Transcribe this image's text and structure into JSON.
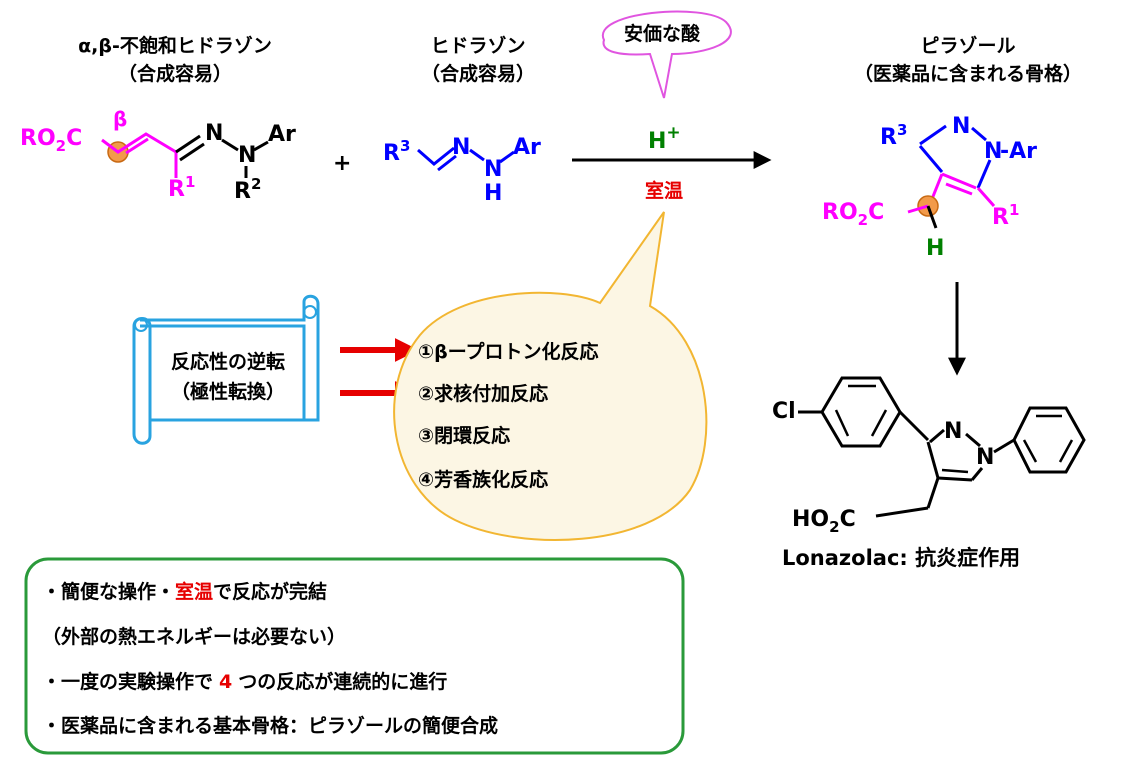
{
  "colors": {
    "magenta": "#ff00ff",
    "blue": "#0000ff",
    "red": "#e60000",
    "green": "#008000",
    "orange": "#f29a4a",
    "callout_yellow": "#f2b632",
    "scroll_blue": "#29a3e0",
    "summary_green": "#2a9a3a"
  },
  "reactant1": {
    "title": "α,β-不飽和ヒドラゾン",
    "subtitle": "（合成容易）",
    "beta": "β",
    "group_ro2c_a": "RO",
    "group_ro2c_sub": "2",
    "group_ro2c_b": "C",
    "r1": "R",
    "r1_sup": "1",
    "n1": "N",
    "n2": "N",
    "ar": "Ar",
    "r2": "R",
    "r2_sup": "2"
  },
  "plus": "+",
  "reactant2": {
    "title": "ヒドラゾン",
    "subtitle": "（合成容易）",
    "r3": "R",
    "r3_sup": "3",
    "n1": "N",
    "n2": "N",
    "ar": "Ar",
    "h": "H"
  },
  "arrow": {
    "acid_bubble": "安価な酸",
    "proton": "H",
    "proton_sup": "+",
    "condition": "室温"
  },
  "product": {
    "title": "ピラゾール",
    "subtitle": "（医薬品に含まれる骨格）",
    "r3": "R",
    "r3_sup": "3",
    "n1": "N",
    "n2": "N",
    "ar": "-Ar",
    "r1": "R",
    "r1_sup": "1",
    "ro2c_a": "RO",
    "ro2c_sub": "2",
    "ro2c_b": "C",
    "h": "H"
  },
  "scroll": {
    "line1": "反応性の逆転",
    "line2": "（極性転換）"
  },
  "steps": [
    "①βープロトン化反応",
    "②求核付加反応",
    "③閉環反応",
    "④芳香族化反応"
  ],
  "lonazolac": {
    "cl": "Cl",
    "n1": "N",
    "n2": "N",
    "ho2c_a": "HO",
    "ho2c_sub": "2",
    "ho2c_b": "C",
    "name": "Lonazolac",
    "desc": ": 抗炎症作用"
  },
  "summary": {
    "line1_a": "・簡便な操作・",
    "line1_b": "室温",
    "line1_c": "で反応が完結",
    "line2": "（外部の熱エネルギーは必要ない）",
    "line3_a": "・一度の実験操作で",
    "line3_b": "4",
    "line3_c": "つの反応が連続的に進行",
    "line4": "・医薬品に含まれる基本骨格：ピラゾールの簡便合成"
  }
}
